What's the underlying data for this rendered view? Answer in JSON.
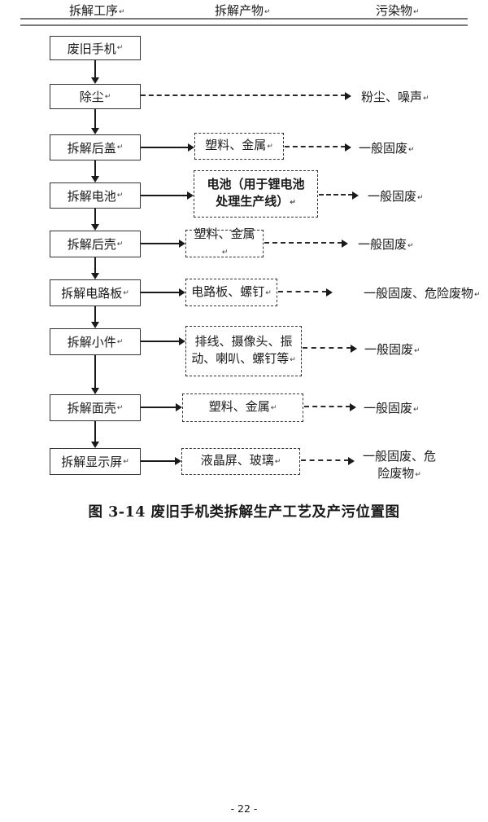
{
  "pilcrow": "↵",
  "header": {
    "col_process": "拆解工序",
    "col_products": "拆解产物",
    "col_pollutants": "污染物"
  },
  "flow": {
    "rows": [
      {
        "process": "废旧手机"
      },
      {
        "process": "除尘",
        "pollutant": "粉尘、噪声"
      },
      {
        "process": "拆解后盖",
        "product": "塑料、金属",
        "pollutant": "一般固废"
      },
      {
        "process": "拆解电池",
        "product": "电池（用于锂电池 处理生产线）",
        "pollutant": "一般固废"
      },
      {
        "process": "拆解后壳",
        "product": "塑料、金属",
        "pollutant": "一般固废"
      },
      {
        "process": "拆解电路板",
        "product": "电路板、螺钉",
        "pollutant": "一般固废、危险废物"
      },
      {
        "process": "拆解小件",
        "product": "排线、摄像头、振动、喇叭、螺钉等",
        "pollutant": "一般固废"
      },
      {
        "process": "拆解面壳",
        "product": "塑料、金属",
        "pollutant": "一般固废"
      },
      {
        "process": "拆解显示屏",
        "product": "液晶屏、玻璃",
        "pollutant": "一般固废、危险废物"
      }
    ]
  },
  "caption": "图 3-14 废旧手机类拆解生产工艺及产污位置图",
  "page_number": "- 22 -"
}
